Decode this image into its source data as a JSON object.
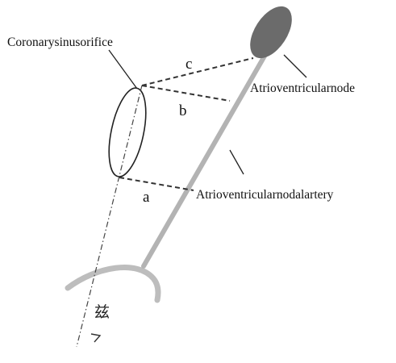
{
  "labels": {
    "coronary_sinus_orifice": "Coronarysinusorifice",
    "av_node": "Atrioventricularnode",
    "av_nodal_artery": "Atrioventricularnodalartery",
    "measure_a": "a",
    "measure_b": "b",
    "measure_c": "c",
    "glyph": "兹"
  },
  "colors": {
    "artery": "#b3b3b3",
    "node": "#6b6b6b",
    "lines": "#333333"
  }
}
